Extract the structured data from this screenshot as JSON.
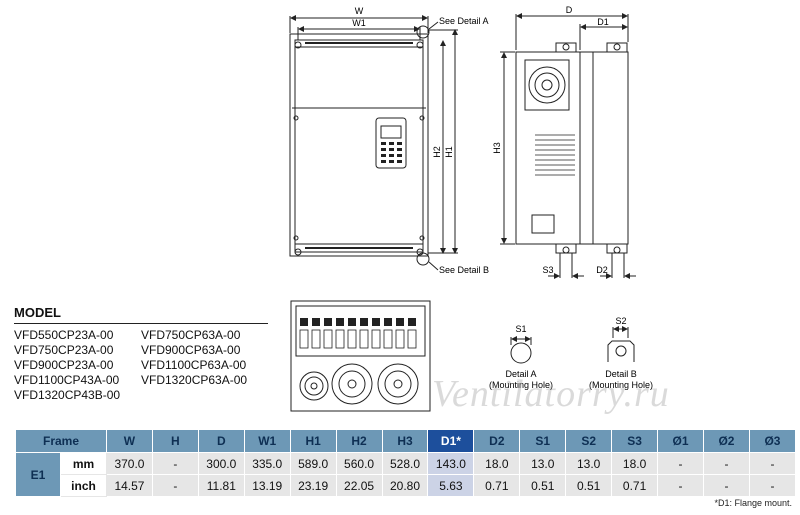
{
  "labels": {
    "w": "W",
    "w1": "W1",
    "see_a": "See Detail A",
    "see_b": "See Detail B",
    "h1": "H1",
    "h2": "H2",
    "h3": "H3",
    "d": "D",
    "d1": "D1",
    "s3": "S3",
    "d2": "D2",
    "s1": "S1",
    "s2": "S2",
    "detail_a": "Detail A",
    "detail_b": "Detail B",
    "mounting_hole": "(Mounting Hole)"
  },
  "models": {
    "heading": "MODEL",
    "left": [
      "VFD550CP23A-00",
      "VFD750CP23A-00",
      "VFD900CP23A-00",
      "VFD1100CP43A-00",
      "VFD1320CP43B-00"
    ],
    "right": [
      "VFD750CP63A-00",
      "VFD900CP63A-00",
      "VFD1100CP63A-00",
      "VFD1320CP63A-00"
    ]
  },
  "watermark": "Ventilatorry.ru",
  "table": {
    "headers": [
      "Frame",
      "W",
      "H",
      "D",
      "W1",
      "H1",
      "H2",
      "H3",
      "D1*",
      "D2",
      "S1",
      "S2",
      "S3",
      "Ø1",
      "Ø2",
      "Ø3"
    ],
    "frame": "E1",
    "rows": [
      {
        "unit": "mm",
        "values": [
          "370.0",
          "-",
          "300.0",
          "335.0",
          "589.0",
          "560.0",
          "528.0",
          "143.0",
          "18.0",
          "13.0",
          "13.0",
          "18.0",
          "-",
          "-",
          "-"
        ]
      },
      {
        "unit": "inch",
        "values": [
          "14.57",
          "-",
          "11.81",
          "13.19",
          "23.19",
          "22.05",
          "20.80",
          "5.63",
          "0.71",
          "0.51",
          "0.51",
          "0.71",
          "-",
          "-",
          "-"
        ]
      }
    ]
  },
  "footnote": "*D1: Flange mount.",
  "colors": {
    "header": "#6d98b6",
    "header_highlight": "#1d4f9c",
    "cell": "#e6e6e6",
    "cell_highlight": "#ccd3e6"
  }
}
